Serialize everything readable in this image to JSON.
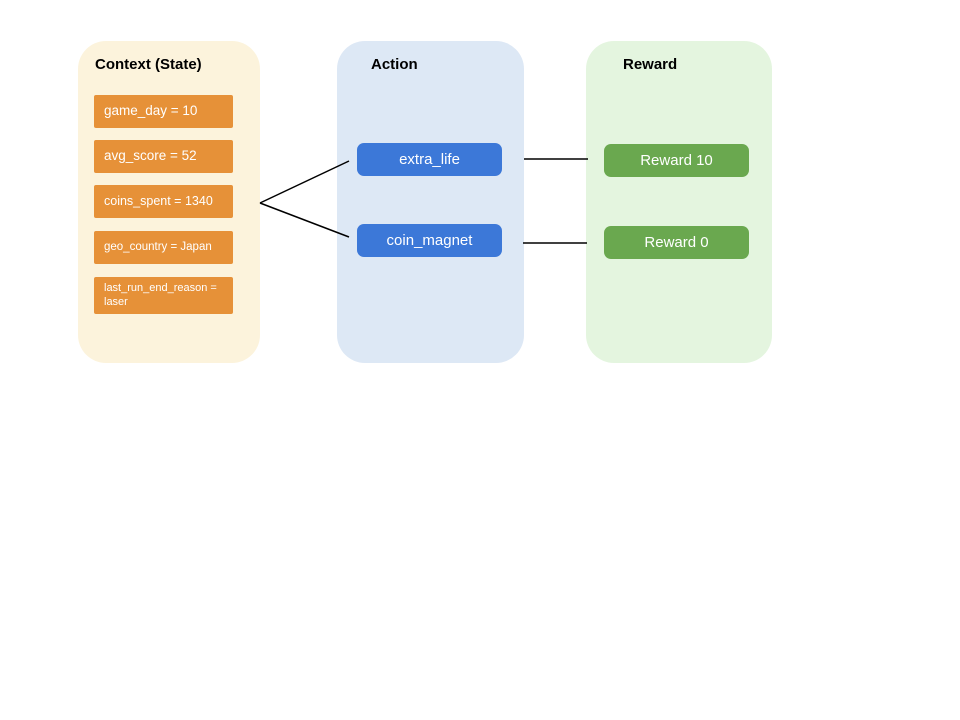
{
  "colors": {
    "context_panel": "#FCF3DC",
    "context_chip": "#E69138",
    "action_panel": "#DDE8F5",
    "action_chip": "#3C78D8",
    "reward_panel": "#E4F5DF",
    "reward_chip": "#6AA84F",
    "chip_text": "#FFFFFF",
    "header_text": "#000000",
    "edge": "#000000"
  },
  "diagram": {
    "context": {
      "header": "Context (State)",
      "items": [
        {
          "label": "game_day = 10"
        },
        {
          "label": "avg_score = 52"
        },
        {
          "label": "coins_spent = 1340"
        },
        {
          "label": "geo_country = Japan"
        },
        {
          "label": "last_run_end_reason = laser"
        }
      ]
    },
    "action": {
      "header": "Action",
      "items": [
        {
          "label": "extra_life"
        },
        {
          "label": "coin_magnet"
        }
      ]
    },
    "reward": {
      "header": "Reward",
      "items": [
        {
          "label": "Reward 10"
        },
        {
          "label": "Reward 0"
        }
      ]
    },
    "connections": [
      {
        "from": "context",
        "to": "extra_life"
      },
      {
        "from": "context",
        "to": "coin_magnet"
      },
      {
        "from": "extra_life",
        "to": "Reward 10"
      },
      {
        "from": "coin_magnet",
        "to": "Reward 0"
      }
    ]
  }
}
